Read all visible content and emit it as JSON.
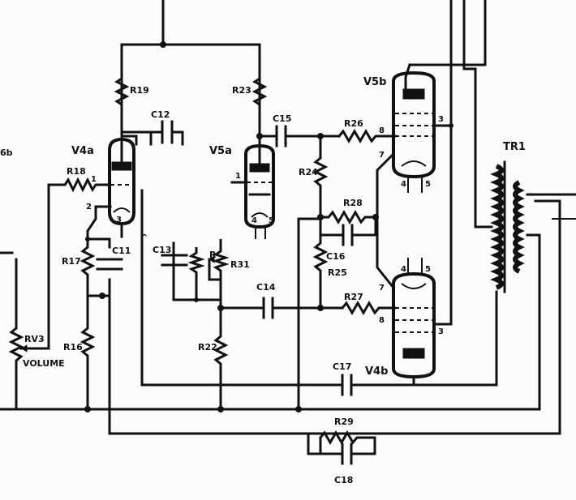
{
  "labels": {
    "side_6b": "6b",
    "r19": "R19",
    "r23": "R23",
    "c12": "C12",
    "c15": "C15",
    "v4a": "V4a",
    "v5a": "V5a",
    "v5b": "V5b",
    "v4b": "V4b",
    "r18": "R18",
    "r26": "R26",
    "r24": "R24",
    "r28": "R28",
    "c16": "C16",
    "r25": "R25",
    "r27": "R27",
    "r17": "R17",
    "c11": "C11",
    "c13": "C13",
    "r31": "R31",
    "r_small": "R",
    "c14": "C14",
    "r22": "R22",
    "rv3": "RV3",
    "volume": "VOLUME",
    "r16": "R16",
    "c17": "C17",
    "tr1": "TR1",
    "r29": "R29",
    "c18": "C18"
  },
  "pins": {
    "v4a_p1": "1",
    "v4a_p2": "2",
    "v4a_p3": "3",
    "v5a_p1": "1",
    "v5a_p4": "4",
    "v5a_p5": "5",
    "v5b_p3": "3",
    "v5b_p7": "7",
    "v5b_p8": "8",
    "v5b_p4": "4",
    "v5b_p5": "5",
    "v4b_p4": "4",
    "v4b_p5": "5",
    "v4b_p7": "7",
    "v4b_p8": "8",
    "v4b_p3": "3",
    "caret": "^"
  }
}
